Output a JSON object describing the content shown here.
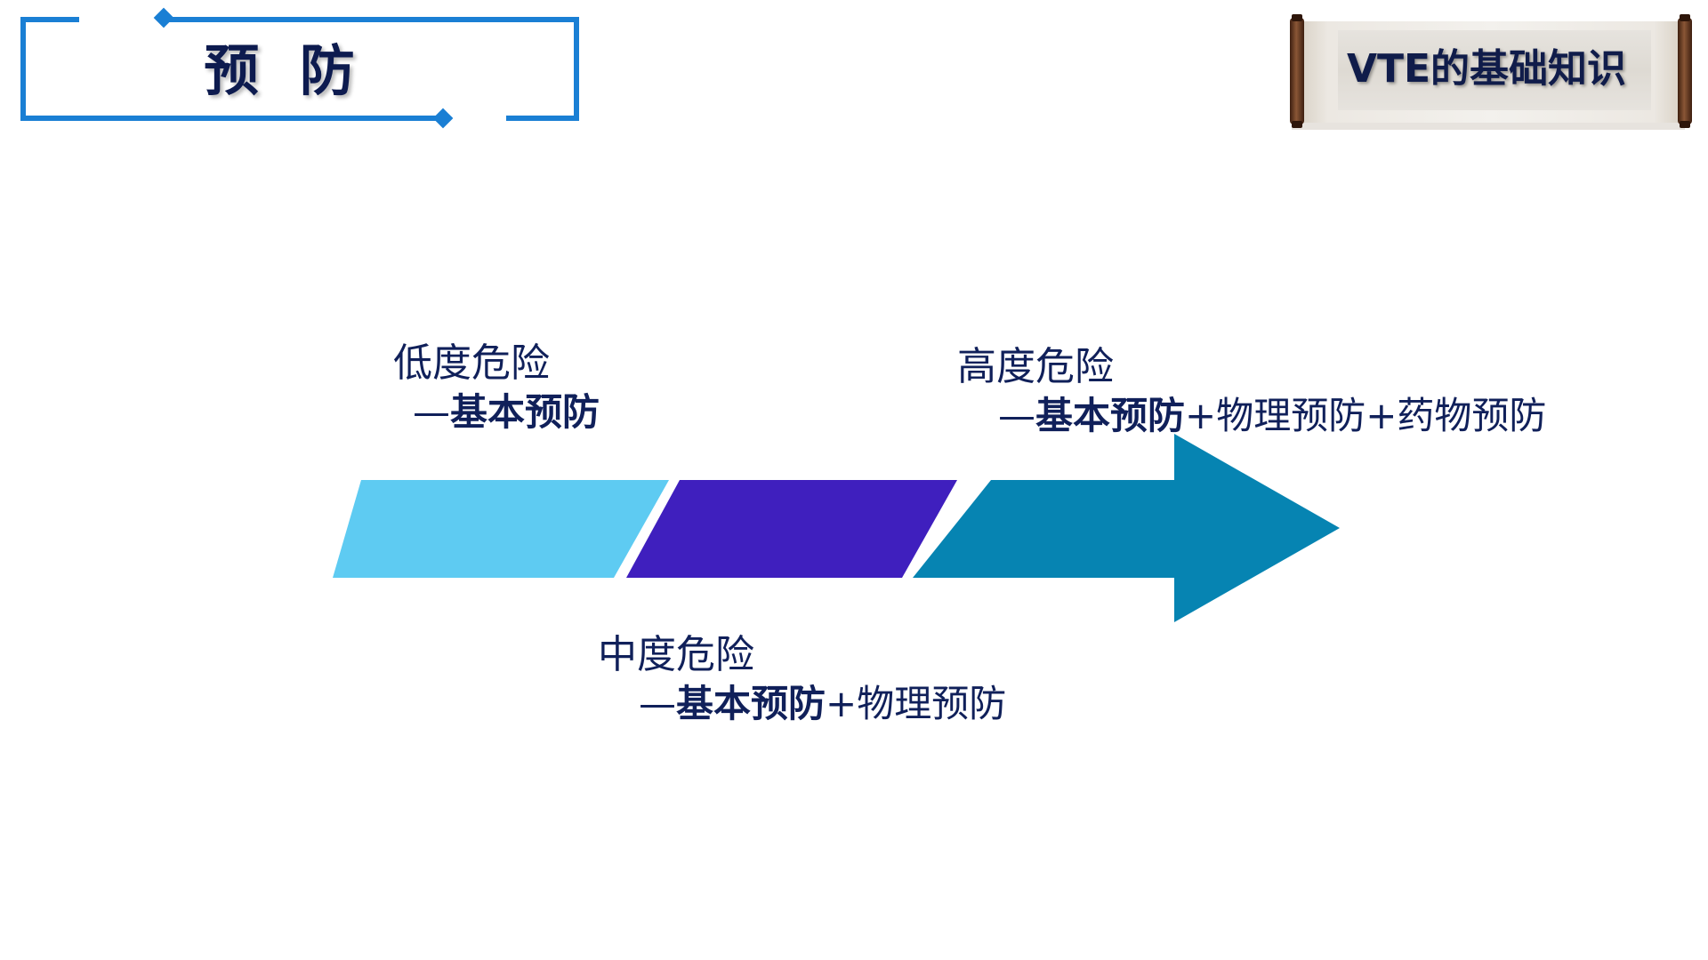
{
  "header": {
    "title": "预 防"
  },
  "banner": {
    "label": "VTE的基础知识"
  },
  "risk_levels": {
    "low": {
      "level": "低度危险",
      "dash": "—",
      "measure_bold": "基本预防",
      "measure_rest": ""
    },
    "medium": {
      "level": "中度危险",
      "dash": "—",
      "measure_bold": "基本预防",
      "measure_rest": "+物理预防"
    },
    "high": {
      "level": "高度危险",
      "dash": "—",
      "measure_bold": "基本预防",
      "measure_rest": "+物理预防+药物预防"
    }
  },
  "colors": {
    "frame_blue": "#1a7fd4",
    "segment_low": "#5ecbf2",
    "segment_medium": "#3f1fbe",
    "segment_high": "#0684b2",
    "text_dark": "#10205a",
    "scroll_paper": "#e9e4dc",
    "scroll_rod": "#6b3d25"
  }
}
